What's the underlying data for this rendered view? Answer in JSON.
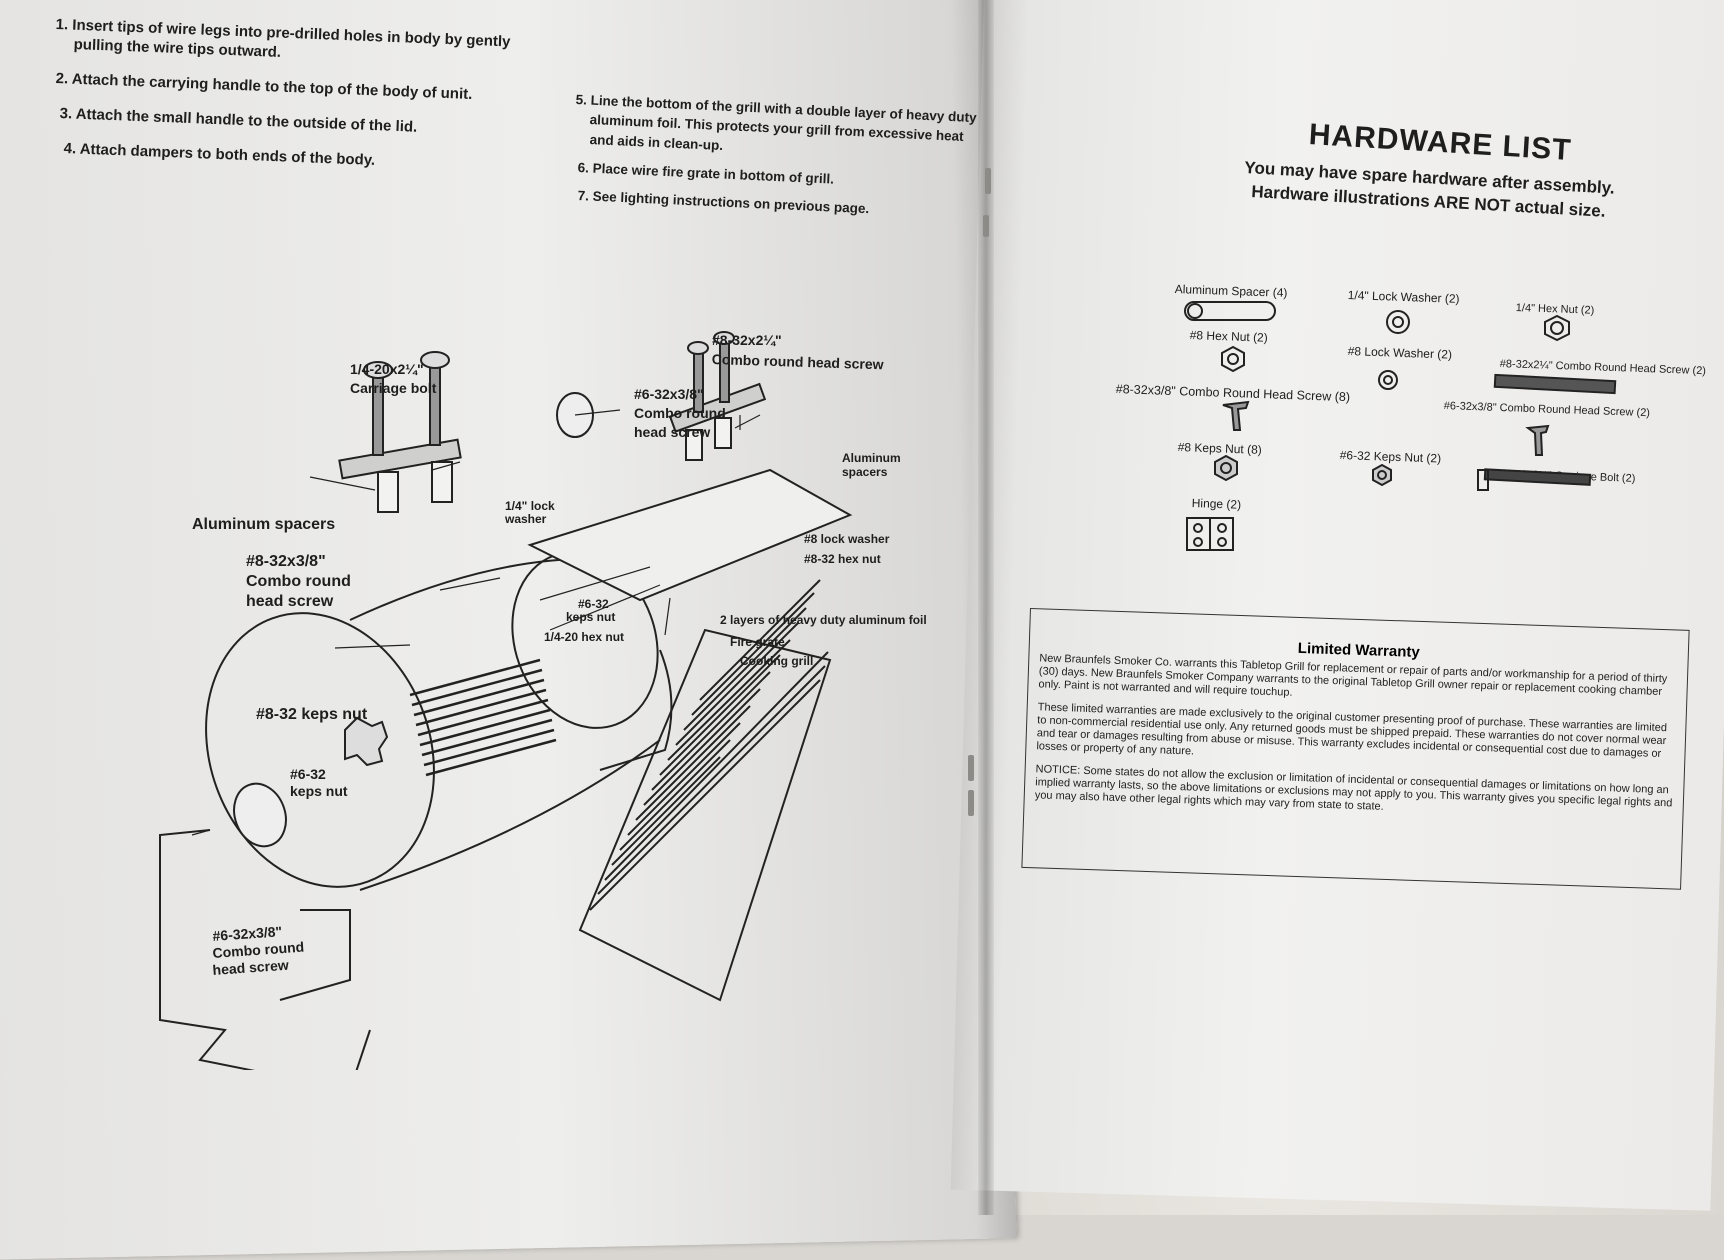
{
  "left_page": {
    "steps": [
      "1. Insert tips of wire legs into pre-drilled holes in body by gently",
      "pulling the wire tips outward.",
      "2. Attach the carrying handle to the top of the body of unit.",
      "3. Attach the small handle to the outside of the lid.",
      "4. Attach dampers to both ends of the body."
    ],
    "steps_right": [
      "5. Line the bottom of the grill with a double layer of heavy duty",
      "aluminum foil. This protects your grill from excessive heat",
      "and aids in clean-up.",
      "6. Place wire fire grate in bottom of grill.",
      "7. See lighting instructions on previous page."
    ],
    "callouts": {
      "carriage_bolt_1": "1/4-20x2¼\"",
      "carriage_bolt_2": "Carriage bolt",
      "combo_screw_top_1": "#8-32x2¼\"",
      "combo_screw_top_2": "Combo round head screw",
      "combo_6_1": "#6-32x3/8\"",
      "combo_6_2": "Combo round",
      "combo_6_3": "head screw",
      "aluminum_spacers_r1": "Aluminum",
      "aluminum_spacers_r2": "spacers",
      "lock_washer_1": "1/4\" lock",
      "lock_washer_2": "washer",
      "aluminum_spacers_left": "Aluminum spacers",
      "combo_8_1": "#8-32x3/8\"",
      "combo_8_2": "Combo round",
      "combo_8_3": "head screw",
      "lock_washer_8": "#8 lock washer",
      "hex_nut_8": "#8-32 hex nut",
      "keps_nut_6_1": "#6-32",
      "keps_nut_6_2": "keps nut",
      "hex_nut_1420": "1/4-20 hex nut",
      "foil": "2 layers of heavy duty aluminum foil",
      "fire_grate": "Fire grate",
      "cooking_grill": "Cooking grill",
      "keps_nut_8": "#8-32 keps nut",
      "keps_nut_6b_1": "#6-32",
      "keps_nut_6b_2": "keps nut",
      "combo_6b_1": "#6-32x3/8\"",
      "combo_6b_2": "Combo round",
      "combo_6b_3": "head screw"
    }
  },
  "right_page": {
    "title": "HARDWARE LIST",
    "subtitle_1": "You may have spare hardware after assembly.",
    "subtitle_2": "Hardware illustrations ARE NOT actual size.",
    "hardware": {
      "aluminum_spacer": "Aluminum Spacer (4)",
      "lock_washer_14": "1/4\" Lock Washer (2)",
      "hex_nut_14": "1/4\" Hex Nut (2)",
      "hex_nut_8": "#8 Hex Nut (2)",
      "lock_washer_8": "#8 Lock Washer (2)",
      "combo_8_long": "#8-32x2¼\" Combo Round Head Screw (2)",
      "combo_8_short": "#8-32x3/8\" Combo Round Head Screw (8)",
      "combo_6": "#6-32x3/8\" Combo Round Head Screw (2)",
      "keps_8": "#8 Keps Nut (8)",
      "keps_6": "#6-32 Keps Nut (2)",
      "carriage_bolt": "1/4-20x2¼\" Carriage Bolt (2)",
      "hinge": "Hinge (2)"
    },
    "warranty": {
      "title": "Limited Warranty",
      "p1": "New Braunfels Smoker Co. warrants this Tabletop Grill for replacement or repair of parts and/or workmanship for a period of thirty (30) days. New Braunfels Smoker Company warrants to the original Tabletop Grill owner repair or replacement cooking chamber only. Paint is not warranted and will require touchup.",
      "p2": "These limited warranties are made exclusively to the original customer presenting proof of purchase. These warranties are limited to non-commercial residential use only. Any returned goods must be shipped prepaid. These warranties do not cover normal wear and tear or damages resulting from abuse or misuse. This warranty excludes incidental or consequential cost due to damages or losses or property of any nature.",
      "p3": "NOTICE: Some states do not allow the exclusion or limitation of incidental or consequential damages or limitations on how long an implied warranty lasts, so the above limitations or exclusions may not apply to you. This warranty gives you specific legal rights and you may also have other legal rights which may vary from state to state."
    }
  }
}
